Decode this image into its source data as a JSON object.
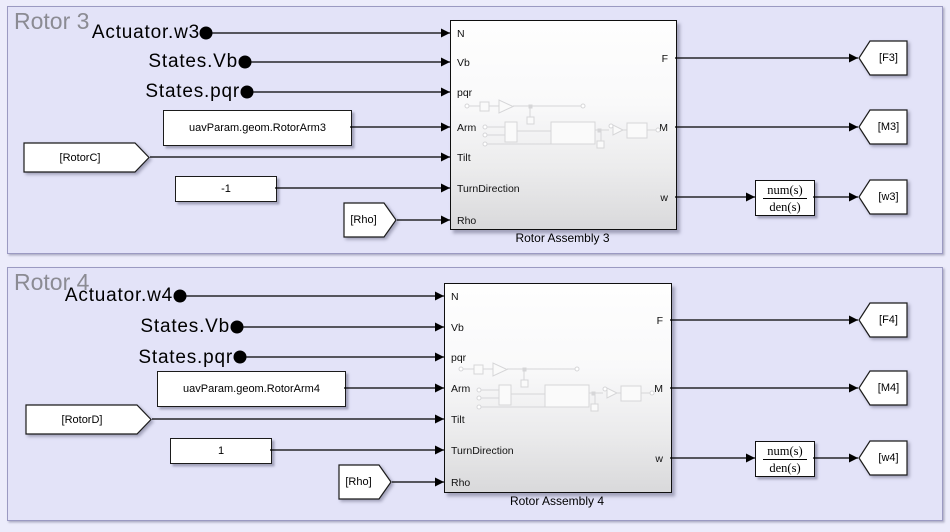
{
  "colors": {
    "canvas_bg": "#ECECFB",
    "area_fill": "#E3E3F8",
    "area_border": "#9B9AC2",
    "block_fill": "#FFFFFF",
    "wire": "#000000",
    "area_title_gray": "#8B8B93"
  },
  "sections": [
    {
      "title": "Rotor 3",
      "signal_labels": [
        "Actuator.w3",
        "States.Vb",
        "States.pqr"
      ],
      "arm_constant": "uavParam.geom.RotorArm3",
      "turn_constant": "-1",
      "from_rotor_tag": "[RotorC]",
      "from_rho_tag": "[Rho]",
      "subsystem": {
        "name": "Rotor Assembly 3",
        "inputs": [
          "N",
          "Vb",
          "pqr",
          "Arm",
          "Tilt",
          "TurnDirection",
          "Rho"
        ],
        "outputs": [
          "F",
          "M",
          "w"
        ]
      },
      "transfer_fcn": {
        "num": "num(s)",
        "den": "den(s)"
      },
      "goto_tags": [
        "[F3]",
        "[M3]",
        "[w3]"
      ]
    },
    {
      "title": "Rotor 4",
      "signal_labels": [
        "Actuator.w4",
        "States.Vb",
        "States.pqr"
      ],
      "arm_constant": "uavParam.geom.RotorArm4",
      "turn_constant": "1",
      "from_rotor_tag": "[RotorD]",
      "from_rho_tag": "[Rho]",
      "subsystem": {
        "name": "Rotor Assembly 4",
        "inputs": [
          "N",
          "Vb",
          "pqr",
          "Arm",
          "Tilt",
          "TurnDirection",
          "Rho"
        ],
        "outputs": [
          "F",
          "M",
          "w"
        ]
      },
      "transfer_fcn": {
        "num": "num(s)",
        "den": "den(s)"
      },
      "goto_tags": [
        "[F4]",
        "[M4]",
        "[w4]"
      ]
    }
  ]
}
